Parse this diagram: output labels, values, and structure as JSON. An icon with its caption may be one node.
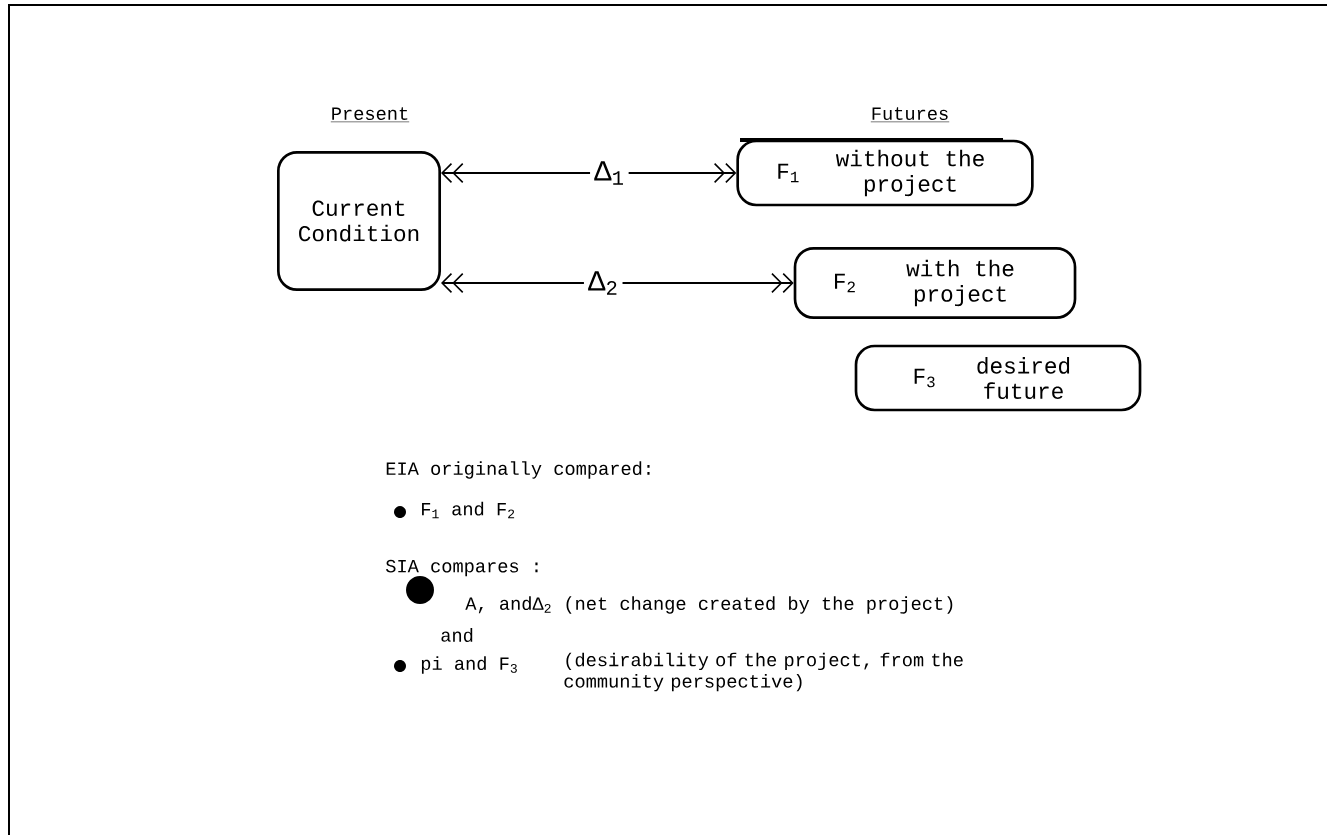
{
  "diagram": {
    "nodes": [
      {
        "text": [
          "Current Condition"
        ]
      },
      {
        "text": [
          "F$_{1}$",
          "without the project"
        ]
      },
      {
        "text": [
          "F$_{2}$",
          "with the project"
        ]
      },
      {
        "text": [
          "F$_{3}$",
          "desired future"
        ]
      }
    ],
    "edges": [
      {
        "from": 0,
        "to": 1,
        "arrow": "both",
        "label": "Δ$_{1}$"
      },
      {
        "from": 0,
        "to": 2,
        "arrow": "both",
        "label": "Δ$_{2}$"
      }
    ],
    "labels": [
      "Present",
      "Futures",
      "EIA originally compared:",
      "F$_{1}$ and F$_{2}$",
      "SIA compares :",
      "A, andΔ$_{2}$ (net change created by the project)",
      "and",
      "pi and F$_{3}$",
      "(desirability of the project, from the community perspective)"
    ]
  }
}
